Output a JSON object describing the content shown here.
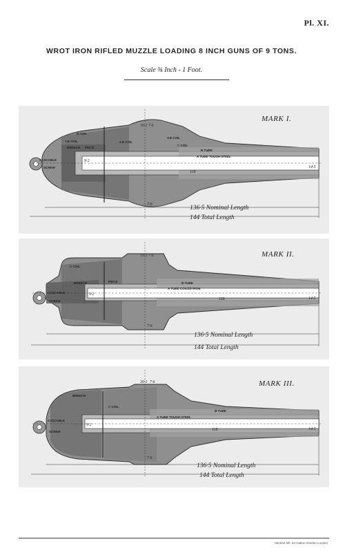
{
  "plate": "Pl. XI.",
  "title": "WROT IRON RIFLED MUZZLE LOADING 8 INCH GUNS OF 9 TONS.",
  "scale": "Scale ⅜ Inch - 1 Foot.",
  "guns": [
    {
      "mark": "MARK I.",
      "parts": [
        "B COIL",
        "I.B COIL",
        "BREECH",
        "PIECE",
        "2.B COIL",
        "3.B COIL",
        "C COIL",
        "B TUBE",
        "A TUBE TOUGH STEEL",
        "CASCABLE",
        "SCREW"
      ],
      "dims": [
        "10·1",
        "7·6",
        "9·2",
        "7·6",
        "118",
        "14·5"
      ],
      "nominal_length": "136·5 Nominal Length",
      "total_length": "144 Total Length"
    },
    {
      "mark": "MARK II.",
      "parts": [
        "C COIL",
        "BREECH",
        "PIECE",
        "B TUBE",
        "A TUBE COILED IRON",
        "CASCABLE",
        "SCREW"
      ],
      "dims": [
        "10·1",
        "7·6",
        "9·2",
        "7·6",
        "118",
        "14·5"
      ],
      "nominal_length": "136·5 Nominal Length",
      "total_length": "144 Total Length"
    },
    {
      "mark": "MARK III.",
      "parts": [
        "BREECH",
        "C COIL",
        "B TUBE",
        "A TUBE TOUGH STEEL",
        "CASCABLE",
        "SCREW"
      ],
      "dims": [
        "30·1",
        "7·6",
        "9·2",
        "7·6",
        "118",
        "14·5"
      ],
      "nominal_length": "136·5 Nominal Length",
      "total_length": "144 Total Length"
    }
  ],
  "publisher": "Hanhart lith. 64 Hatton Garden London",
  "colors": {
    "outer": "#8f8f8f",
    "coil": "#6e6e6e",
    "tube": "#b9b9b9",
    "bore": "#ffffff",
    "line": "#2b2b2b",
    "panel": "#ececec"
  }
}
